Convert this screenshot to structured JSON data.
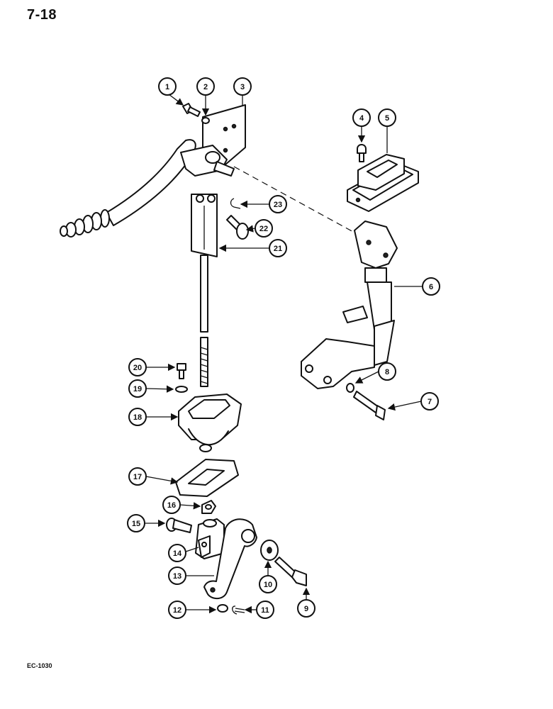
{
  "page": {
    "number": "7-18",
    "code": "EC-1030"
  },
  "callouts": [
    "1",
    "2",
    "3",
    "4",
    "5",
    "6",
    "7",
    "8",
    "9",
    "10",
    "11",
    "12",
    "13",
    "14",
    "15",
    "16",
    "17",
    "18",
    "19",
    "20",
    "21",
    "22",
    "23"
  ]
}
